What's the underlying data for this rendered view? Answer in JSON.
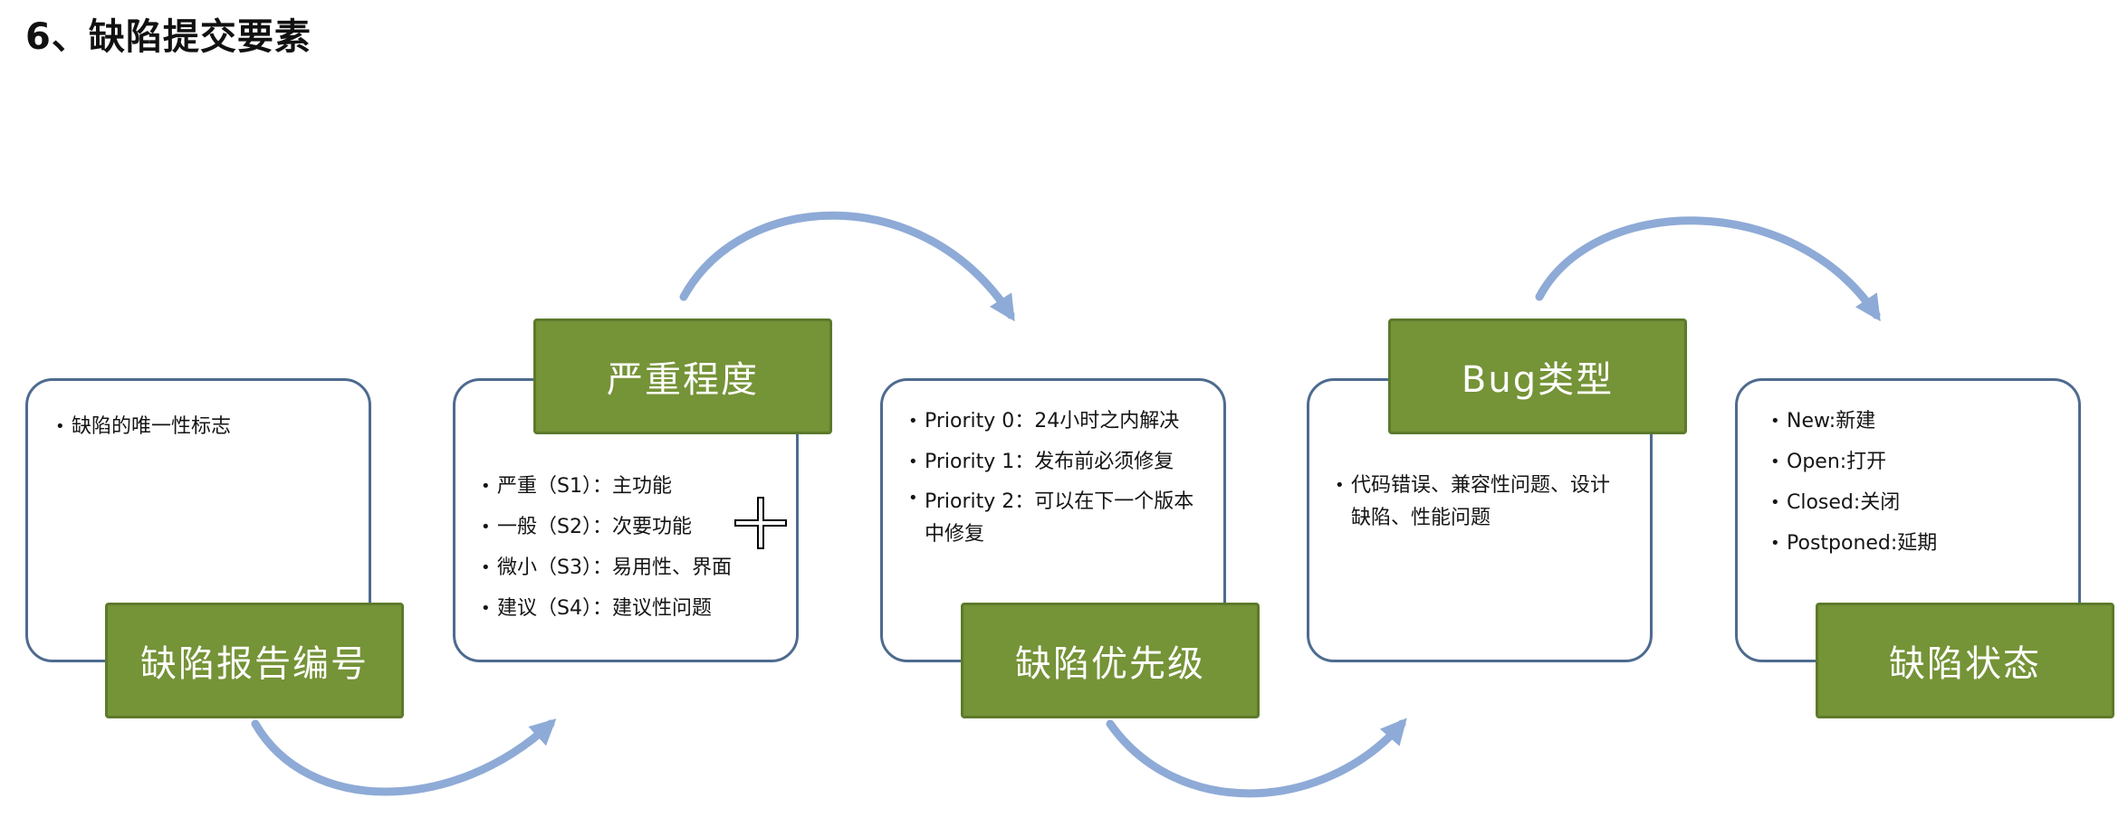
{
  "title": "6、缺陷提交要素",
  "elements": [
    {
      "label": "缺陷报告编号",
      "items": [
        "缺陷的唯一性标志"
      ]
    },
    {
      "label": "严重程度",
      "items": [
        "严重（S1）：主功能",
        "一般（S2）：次要功能",
        "微小（S3）：易用性、界面",
        "建议（S4）：建议性问题"
      ]
    },
    {
      "label": "缺陷优先级",
      "items": [
        "Priority 0：24小时之内解决",
        "Priority 1：发布前必须修复",
        "Priority 2：可以在下一个版本中修复"
      ]
    },
    {
      "label": "Bug类型",
      "items": [
        "代码错误、兼容性问题、设计缺陷、性能问题"
      ]
    },
    {
      "label": "缺陷状态",
      "items": [
        "New:新建",
        "Open:打开",
        "Closed:关闭",
        "Postponed:延期"
      ]
    }
  ],
  "colors": {
    "card_border": "#4e6b8f",
    "label_fill": "#759337",
    "arrow": "#8eaad6"
  }
}
